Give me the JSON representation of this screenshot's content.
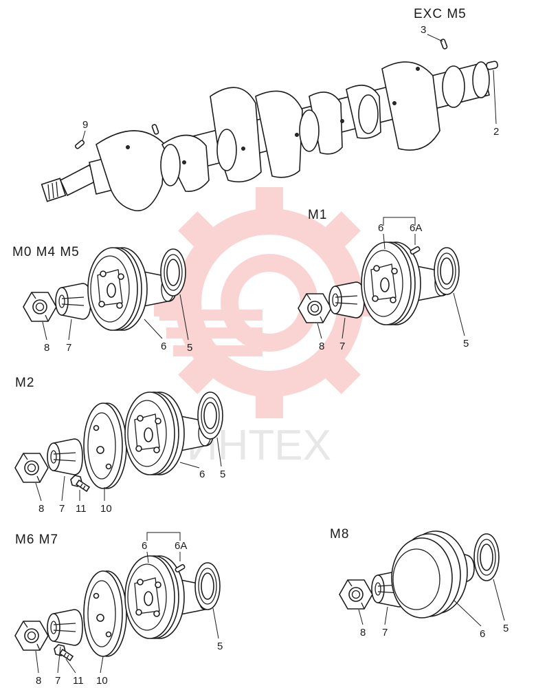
{
  "watermark": {
    "text": "ИНТЕХ",
    "color": "#f4a0a0"
  },
  "crankshaft": {
    "group_label": "EXC M5",
    "callouts": [
      "3",
      "2",
      "9"
    ]
  },
  "group_m0m4m5": {
    "label": "M0 M4 M5",
    "callouts": [
      "8",
      "7",
      "6",
      "5"
    ]
  },
  "group_m1": {
    "label": "M1",
    "callouts": [
      "6",
      "6A",
      "8",
      "7",
      "5"
    ]
  },
  "group_m2": {
    "label": "M2",
    "callouts": [
      "8",
      "7",
      "11",
      "10",
      "6",
      "5"
    ]
  },
  "group_m6m7": {
    "label": "M6 M7",
    "callouts": [
      "6",
      "6A",
      "8",
      "7",
      "11",
      "10",
      "5"
    ]
  },
  "group_m8": {
    "label": "M8",
    "callouts": [
      "8",
      "7",
      "6",
      "5"
    ]
  }
}
